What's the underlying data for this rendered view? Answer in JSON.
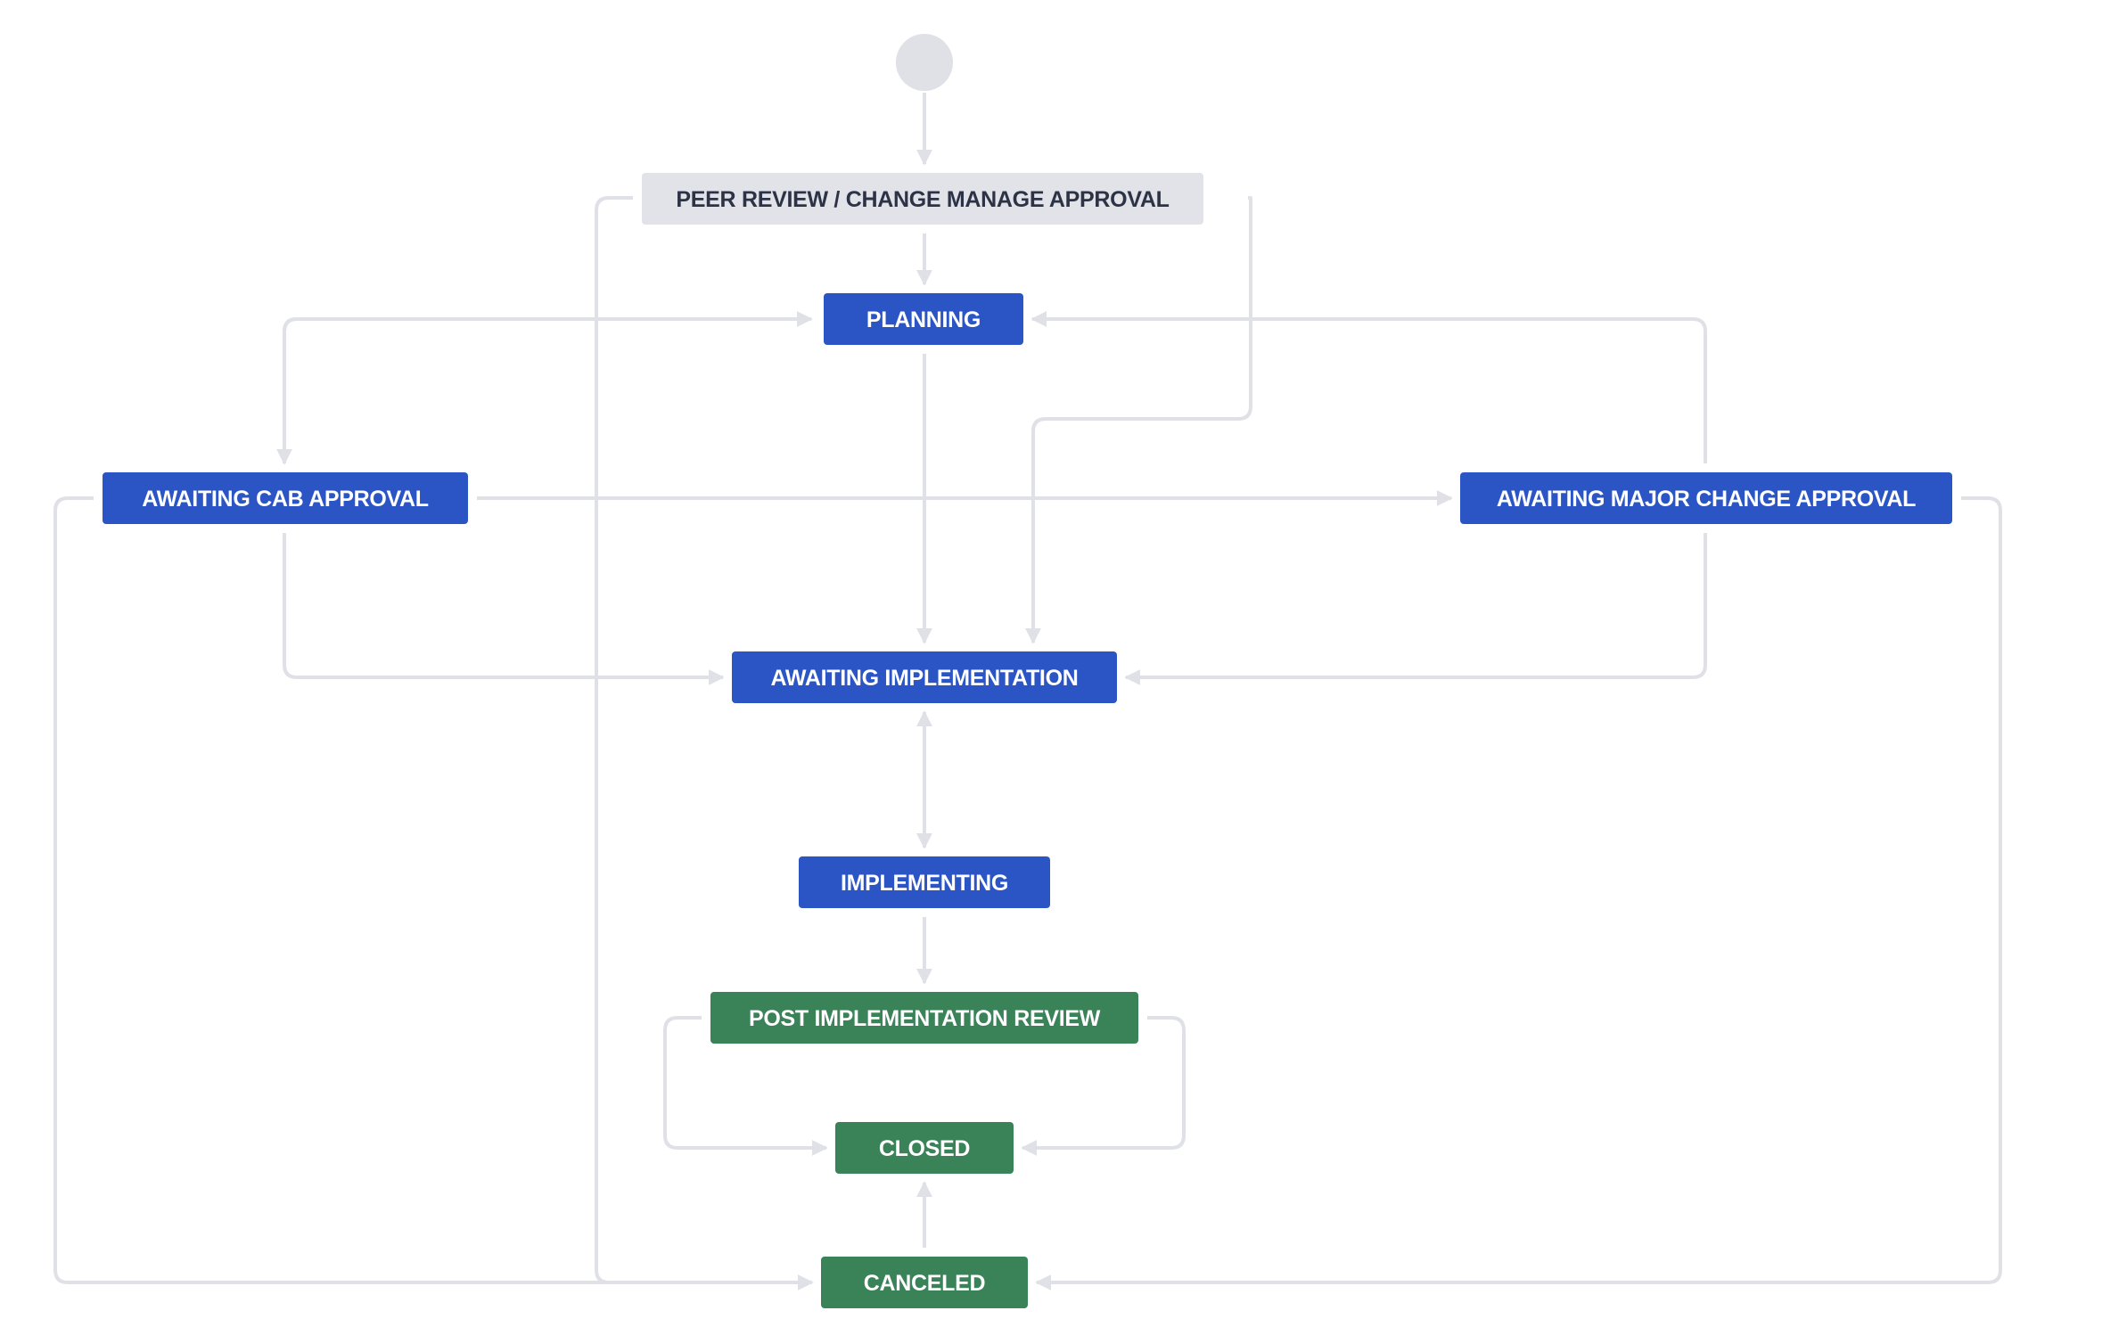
{
  "colors": {
    "in_progress": "#2b55c5",
    "done": "#3a8258",
    "todo": "#e2e3e8",
    "todo_text": "#2c3346",
    "light_text": "#ffffff",
    "start": "#dfe1e6",
    "edge": "#dfe1e6"
  },
  "workflow": {
    "start_label": "",
    "statuses": [
      {
        "id": "peer",
        "label": "PEER REVIEW / CHANGE MANAGE APPROVAL",
        "category": "todo"
      },
      {
        "id": "planning",
        "label": "PLANNING",
        "category": "in_progress"
      },
      {
        "id": "cab",
        "label": "AWAITING CAB APPROVAL",
        "category": "in_progress"
      },
      {
        "id": "major",
        "label": "AWAITING MAJOR CHANGE APPROVAL",
        "category": "in_progress"
      },
      {
        "id": "awaiting_impl",
        "label": "AWAITING IMPLEMENTATION",
        "category": "in_progress"
      },
      {
        "id": "implementing",
        "label": "IMPLEMENTING",
        "category": "in_progress"
      },
      {
        "id": "pir",
        "label": "POST IMPLEMENTATION REVIEW",
        "category": "done"
      },
      {
        "id": "closed",
        "label": "CLOSED",
        "category": "done"
      },
      {
        "id": "canceled",
        "label": "CANCELED",
        "category": "done"
      }
    ],
    "transitions": [
      {
        "from": "start",
        "to": "peer"
      },
      {
        "from": "peer",
        "to": "planning"
      },
      {
        "from": "peer",
        "to": "awaiting_impl"
      },
      {
        "from": "peer",
        "to": "canceled"
      },
      {
        "from": "planning",
        "to": "cab"
      },
      {
        "from": "cab",
        "to": "planning"
      },
      {
        "from": "planning",
        "to": "awaiting_impl"
      },
      {
        "from": "major",
        "to": "planning"
      },
      {
        "from": "cab",
        "to": "major"
      },
      {
        "from": "cab",
        "to": "awaiting_impl"
      },
      {
        "from": "cab",
        "to": "canceled"
      },
      {
        "from": "major",
        "to": "awaiting_impl"
      },
      {
        "from": "major",
        "to": "canceled"
      },
      {
        "from": "awaiting_impl",
        "to": "implementing"
      },
      {
        "from": "implementing",
        "to": "awaiting_impl"
      },
      {
        "from": "implementing",
        "to": "pir"
      },
      {
        "from": "pir",
        "to": "closed"
      },
      {
        "from": "canceled",
        "to": "closed"
      }
    ]
  }
}
